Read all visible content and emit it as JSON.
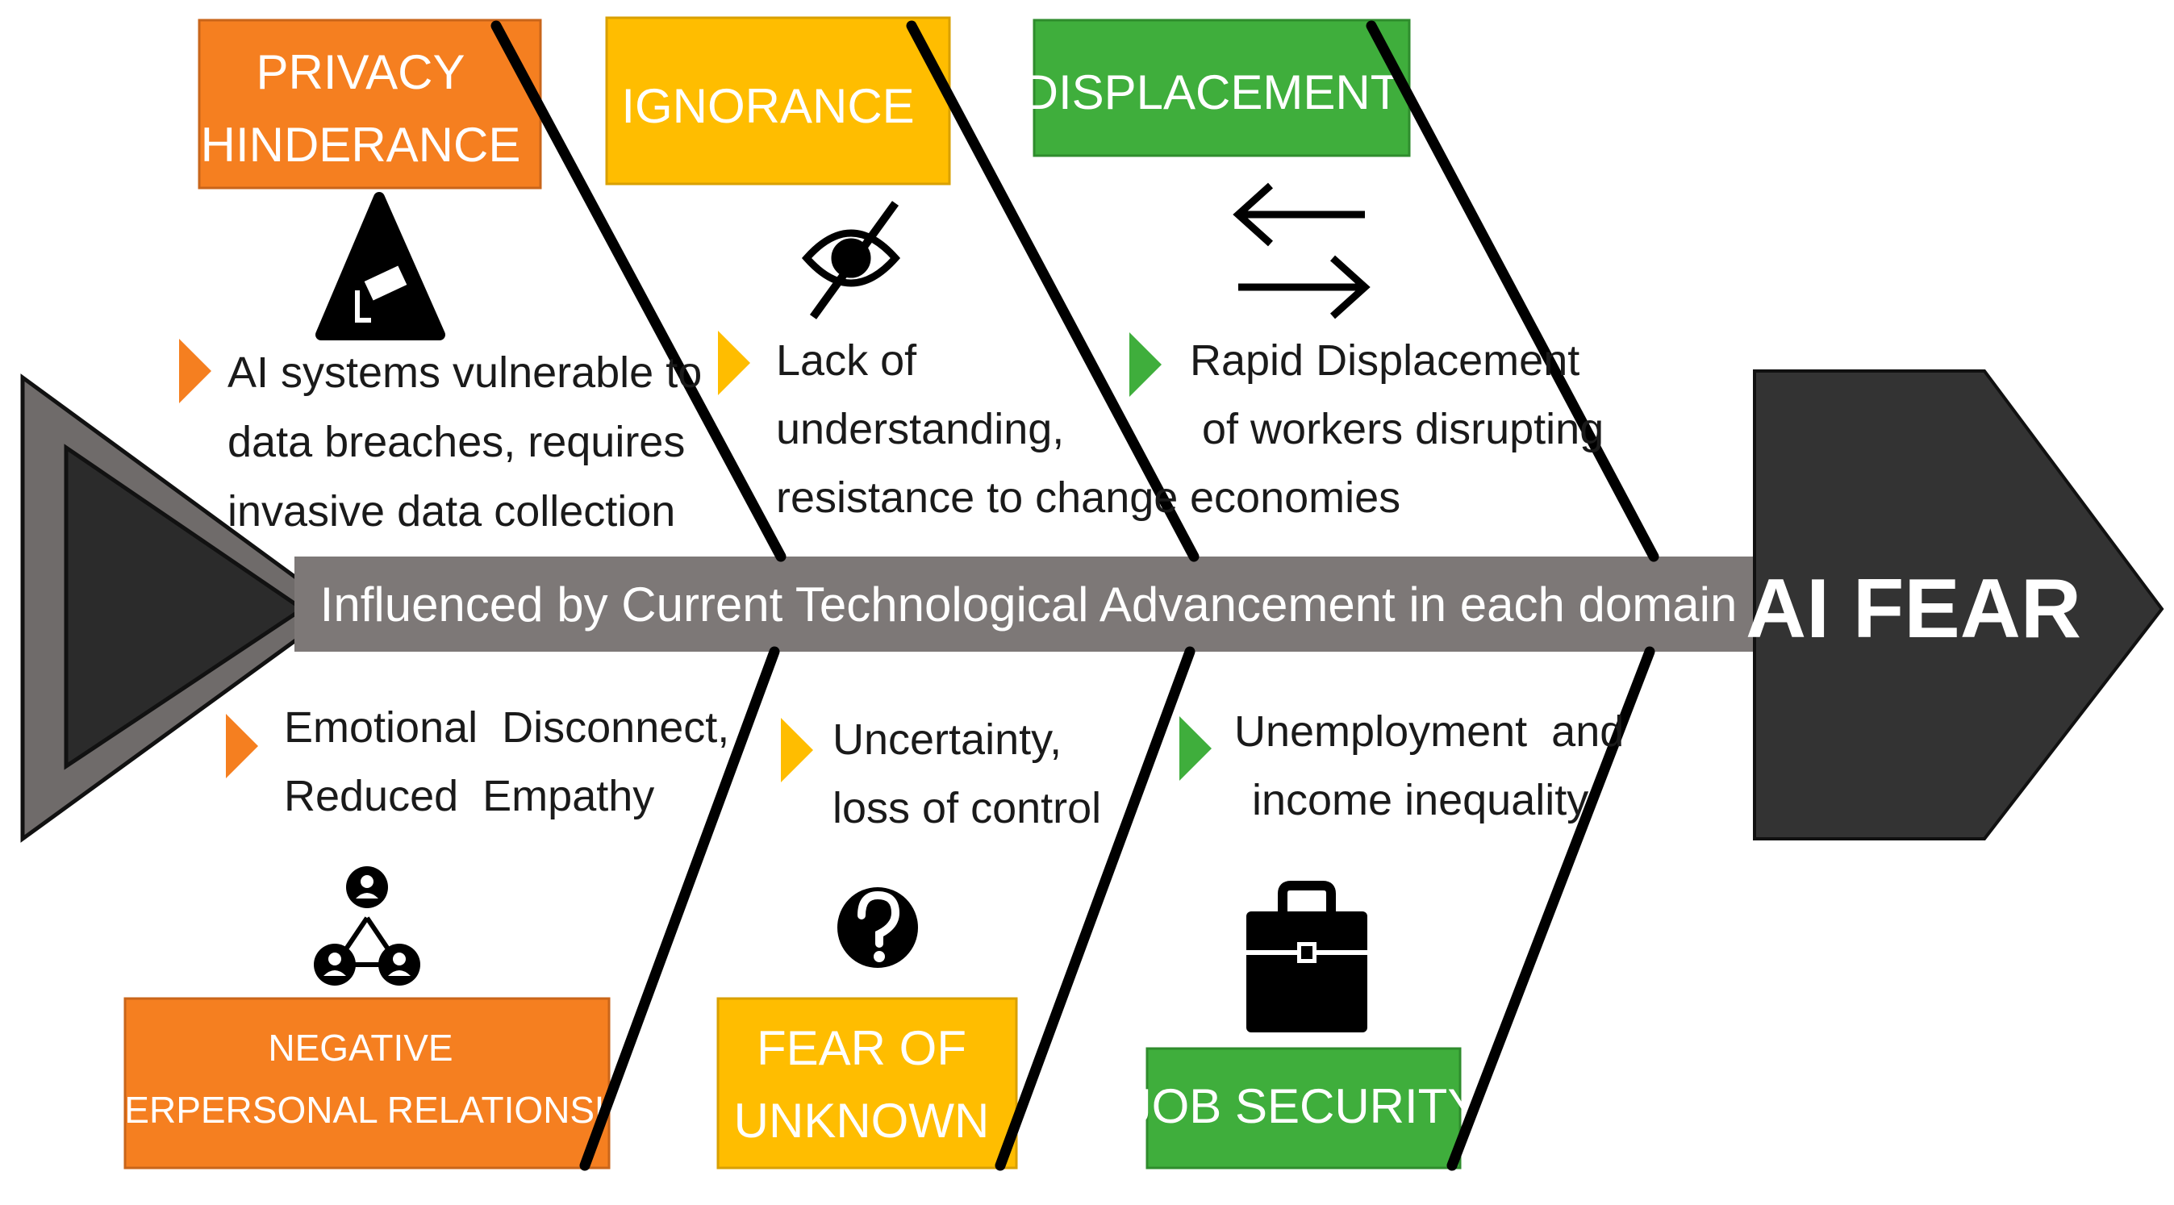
{
  "spine": {
    "text": "Influenced by Current Technological Advancement in each domain"
  },
  "head": {
    "text": "AI FEAR"
  },
  "colors": {
    "orange": "#F57F20",
    "yellow": "#FFBD00",
    "green": "#3FAE3C",
    "dark": "#333333",
    "spine": "#7d7877"
  },
  "top": [
    {
      "label_lines": [
        "PRIVACY",
        "HINDERANCE"
      ],
      "color": "orange",
      "icon": "surveillance-camera-warning-icon",
      "description_lines": [
        "AI systems vulnerable to",
        "data breaches, requires",
        "invasive data collection"
      ]
    },
    {
      "label_lines": [
        "IGNORANCE"
      ],
      "color": "yellow",
      "icon": "eye-slash-icon",
      "description_lines": [
        "Lack of",
        "understanding,",
        "resistance to change"
      ]
    },
    {
      "label_lines": [
        "DISPLACEMENT"
      ],
      "color": "green",
      "icon": "swap-arrows-icon",
      "description_lines": [
        "Rapid Displacement",
        " of workers disrupting",
        "economies"
      ]
    }
  ],
  "bottom": [
    {
      "label_lines": [
        "NEGATIVE",
        "INTERPERSONAL RELATIONSHIP"
      ],
      "color": "orange",
      "icon": "people-network-icon",
      "description_lines": [
        "Emotional  Disconnect,",
        "Reduced  Empathy"
      ]
    },
    {
      "label_lines": [
        "FEAR OF",
        "UNKNOWN"
      ],
      "color": "yellow",
      "icon": "question-circle-icon",
      "description_lines": [
        "Uncertainty,",
        "loss of control"
      ]
    },
    {
      "label_lines": [
        "JOB SECURITY"
      ],
      "color": "green",
      "icon": "briefcase-icon",
      "description_lines": [
        "Unemployment  and",
        "income inequality"
      ]
    }
  ]
}
